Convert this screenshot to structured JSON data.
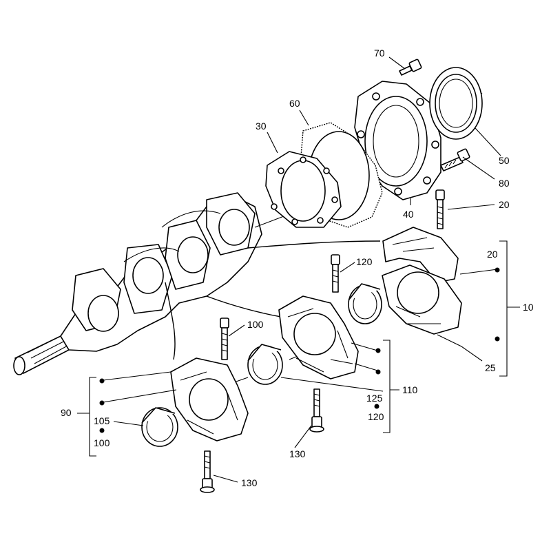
{
  "callouts": {
    "c70": "70",
    "c60": "60",
    "c30": "30",
    "c50": "50",
    "c80": "80",
    "c40": "40",
    "c20a": "20",
    "c20b": "20",
    "c120a": "120",
    "c10": "10",
    "c100a": "100",
    "c25": "25",
    "c110": "110",
    "c125": "125",
    "c120b": "120",
    "c90": "90",
    "c105": "105",
    "c100b": "100",
    "c130a": "130",
    "c130b": "130"
  }
}
